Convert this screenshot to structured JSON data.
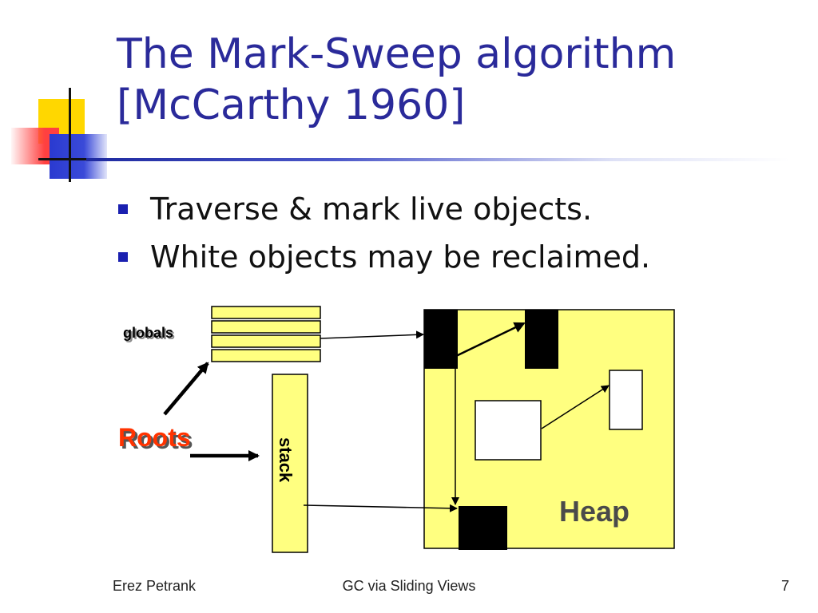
{
  "slide": {
    "title_line1": "The Mark-Sweep algorithm",
    "title_line2": "[McCarthy 1960]",
    "bullets": [
      "Traverse & mark live objects.",
      "White objects may be reclaimed."
    ]
  },
  "diagram": {
    "globals_label": "globals",
    "roots_label": "Roots",
    "stack_label": "stack",
    "heap_label": "Heap",
    "colors": {
      "fill": "#ffff80",
      "marked": "#000000",
      "unmarked": "#ffffff",
      "roots": "#ff3300",
      "heap_label": "#4a4a4a"
    }
  },
  "footer": {
    "author": "Erez Petrank",
    "center": "GC via Sliding Views",
    "page": "7"
  }
}
